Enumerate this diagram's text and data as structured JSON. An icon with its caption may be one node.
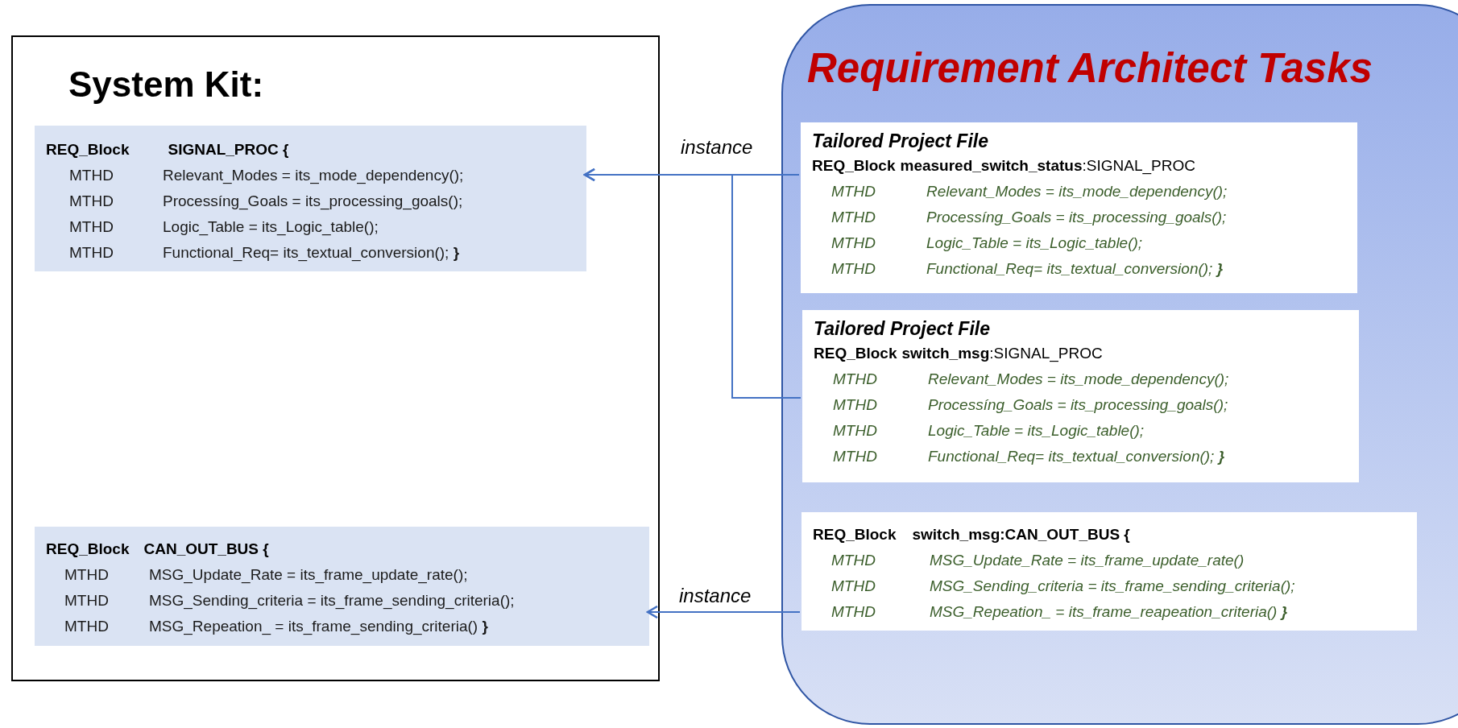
{
  "diagram": {
    "nodes": [
      {
        "text": [
          "System Kit:"
        ]
      },
      {
        "text": [
          "REQ_Block",
          "SIGNAL_PROC {",
          "MTHD",
          "Relevant_Modes = its_mode_dependency();",
          "MTHD",
          "Processíng_Goals = its_processing_goals();",
          "MTHD",
          "Logic_Table = its_Logic_table();",
          "MTHD",
          "Functional_Req= its_textual_conversion(); **}**"
        ],
        "in": 0
      },
      {
        "text": [
          "REQ_Block",
          "CAN_OUT_BUS {",
          "MTHD",
          "MSG_Update_Rate = its_frame_update_rate();",
          "MTHD",
          "MSG_Sending_criteria = its_frame_sending_criteria();",
          "MTHD",
          "MSG_Repeation_ = its_frame_sending_criteria() **}**"
        ],
        "in": 0
      },
      {
        "text": [
          "Requirement Architect Tasks"
        ]
      },
      {
        "text": [
          "Tailored Project File",
          "REQ_Block",
          "measured_switch_status",
          ":SIGNAL_PROC",
          "MTHD",
          "Relevant_Modes = its_mode_dependency();",
          "MTHD",
          "Processíng_Goals = its_processing_goals();",
          "MTHD",
          "Logic_Table = its_Logic_table();",
          "MTHD",
          "Functional_Req= its_textual_conversion(); **}**"
        ],
        "in": 3
      },
      {
        "text": [
          "Tailored Project File",
          "REQ_Block",
          "switch_msg",
          ":SIGNAL_PROC",
          "MTHD",
          "Relevant_Modes = its_mode_dependency();",
          "MTHD",
          "Processíng_Goals = its_processing_goals();",
          "MTHD",
          "Logic_Table = its_Logic_table();",
          "MTHD",
          "Functional_Req= its_textual_conversion(); **}**"
        ],
        "in": 3
      },
      {
        "text": [
          "REQ_Block",
          "switch_msg",
          ":CAN_OUT_BUS {",
          "MTHD",
          "MSG_Update_Rate = its_frame_update_rate()",
          "MTHD",
          "MSG_Sending_criteria = its_frame_sending_criteria();",
          "MTHD",
          "MSG_Repeation_ = its_frame_reapeation_criteria() **}**"
        ],
        "in": 3
      }
    ],
    "edges": [
      {
        "from": 4,
        "to": 1,
        "arrow": "to",
        "label": "instance"
      },
      {
        "from": 5,
        "to": 1,
        "arrow": "to"
      },
      {
        "from": 6,
        "to": 2,
        "arrow": "to",
        "label": "instance"
      }
    ]
  }
}
